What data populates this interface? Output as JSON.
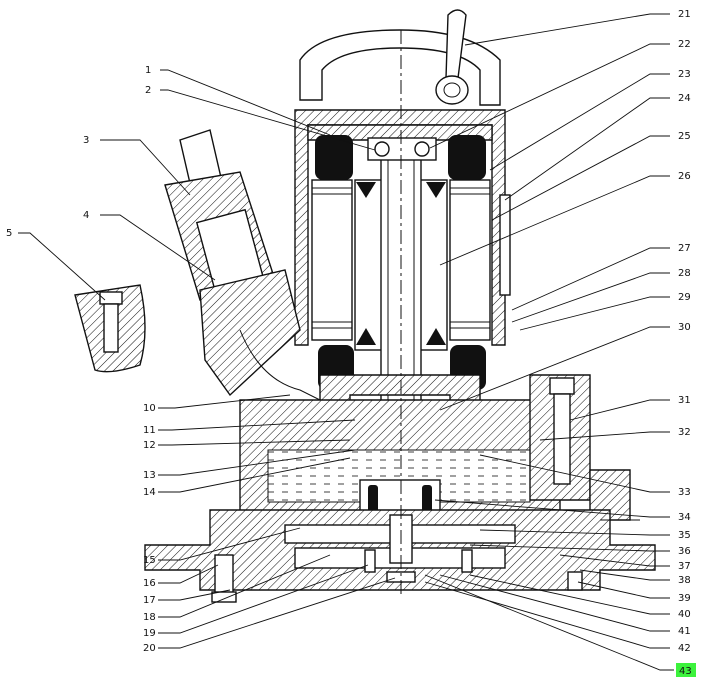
{
  "labels_left": [
    "1",
    "2",
    "3",
    "4",
    "5",
    "10",
    "11",
    "12",
    "13",
    "14",
    "15",
    "16",
    "17",
    "18",
    "19",
    "20"
  ],
  "labels_right": [
    "21",
    "22",
    "23",
    "24",
    "25",
    "26",
    "27",
    "28",
    "29",
    "30",
    "31",
    "32",
    "33",
    "34",
    "35",
    "36",
    "37",
    "38",
    "39",
    "40",
    "41",
    "42"
  ],
  "highlight_label": "43",
  "highlight_color": "#3cf23c"
}
